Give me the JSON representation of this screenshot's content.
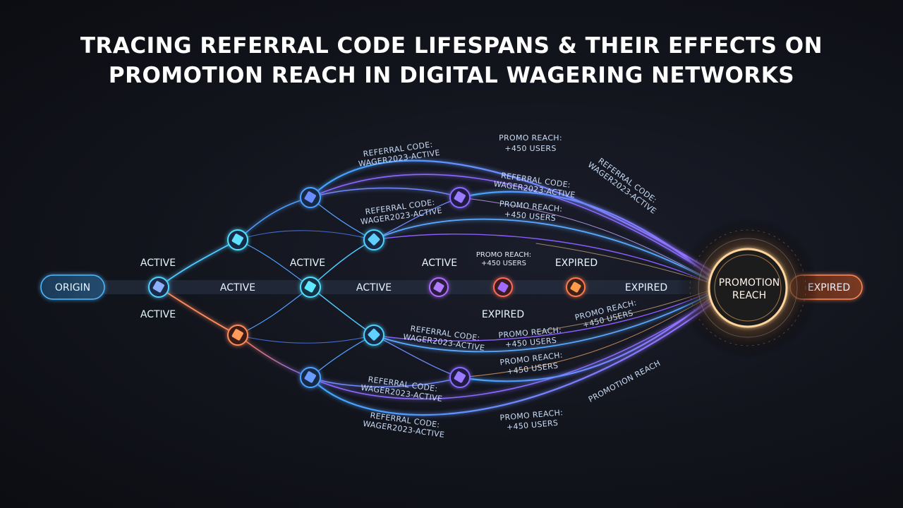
{
  "title": {
    "line1": "TRACING REFERRAL CODE LIFESPANS & THEIR EFFECTS ON",
    "line2": "PROMOTION REACH IN DIGITAL WAGERING NETWORKS"
  },
  "colors": {
    "active": "#3fd8ff",
    "branch": "#4a7dff",
    "violet": "#8a5bff",
    "expired": "#ff6a4a",
    "hub": "#ffb36b"
  },
  "nodes": {
    "origin": "ORIGIN",
    "hub_line1": "PROMOTION",
    "hub_line2": "REACH",
    "end": "EXPIRED"
  },
  "states": {
    "active_top_left": "ACTIVE",
    "active_bottom_left": "ACTIVE",
    "active_main_1": "ACTIVE",
    "active_top_mid": "ACTIVE",
    "active_main_2": "ACTIVE",
    "active_top_right": "ACTIVE",
    "expired_top": "EXPIRED",
    "expired_main": "EXPIRED",
    "expired_below": "EXPIRED"
  },
  "annotations": {
    "ref_top_1": "REFERRAL CODE:",
    "ref_top_2": "WAGER2023-ACTIVE",
    "reach_top_1": "PROMO REACH:",
    "reach_top_2": "+450 USERS",
    "ref_upper_right_1": "REFERRAL CODE:",
    "ref_upper_right_2": "WAGER2023-ACTIVE",
    "ref_mid_1": "REFERRAL CODE:",
    "ref_mid_2": "WAGER2023-ACTIVE",
    "ref_mid_left_1": "REFERRAL CODE:",
    "ref_mid_left_2": "WAGER2023-ACTIVE",
    "reach_mid_1": "PROMO REACH:",
    "reach_mid_2": "+450 USERS",
    "reach_center_1": "PROMO REACH:",
    "reach_center_2": "+450 USERS",
    "reach_right_1": "PROMO REACH:",
    "reach_right_2": "+450 USERS",
    "ref_low_1": "REFERRAL CODE:",
    "ref_low_2": "WAGER2023-ACTIVE",
    "reach_low_1": "PROMO REACH:",
    "reach_low_2": "+450 USERS",
    "reach_lower_1": "PROMO REACH:",
    "reach_lower_2": "+450 USERS",
    "ref_bottom_mid_1": "REFERRAL CODE:",
    "ref_bottom_mid_2": "WAGER2023-ACTIVE",
    "ref_bottom_1": "REFERRAL CODE:",
    "ref_bottom_2": "WAGER2023-ACTIVE",
    "reach_bottom_1": "PROMO REACH:",
    "reach_bottom_2": "+450 USERS",
    "promotion_reach_arc": "PROMOTION REACH"
  }
}
